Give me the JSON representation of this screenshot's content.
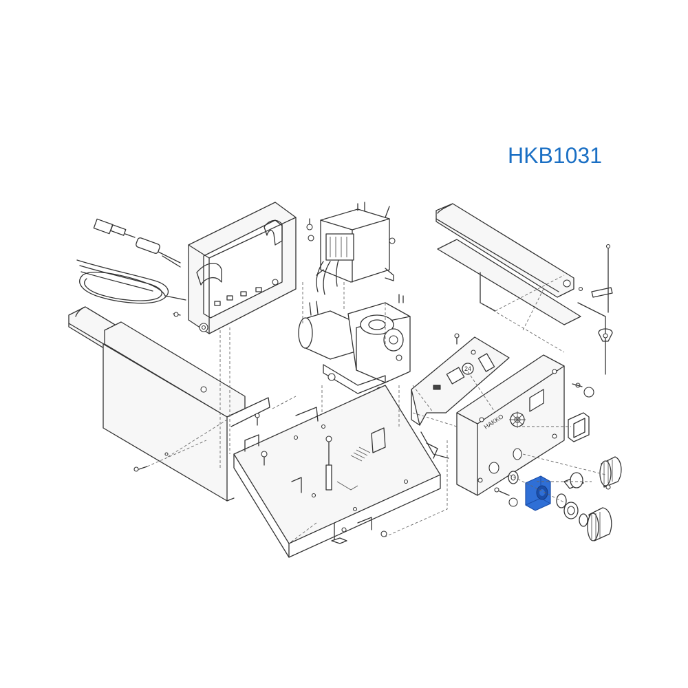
{
  "diagram": {
    "part_code": "HKB1031",
    "callout_number": "24",
    "panel_brand": "HAKKO",
    "colors": {
      "part_code": "#1a6fc4",
      "highlight_part": "#2f6fd6",
      "highlight_part_dark": "#1b4ea8",
      "line": "#333333",
      "background": "#ffffff"
    }
  }
}
